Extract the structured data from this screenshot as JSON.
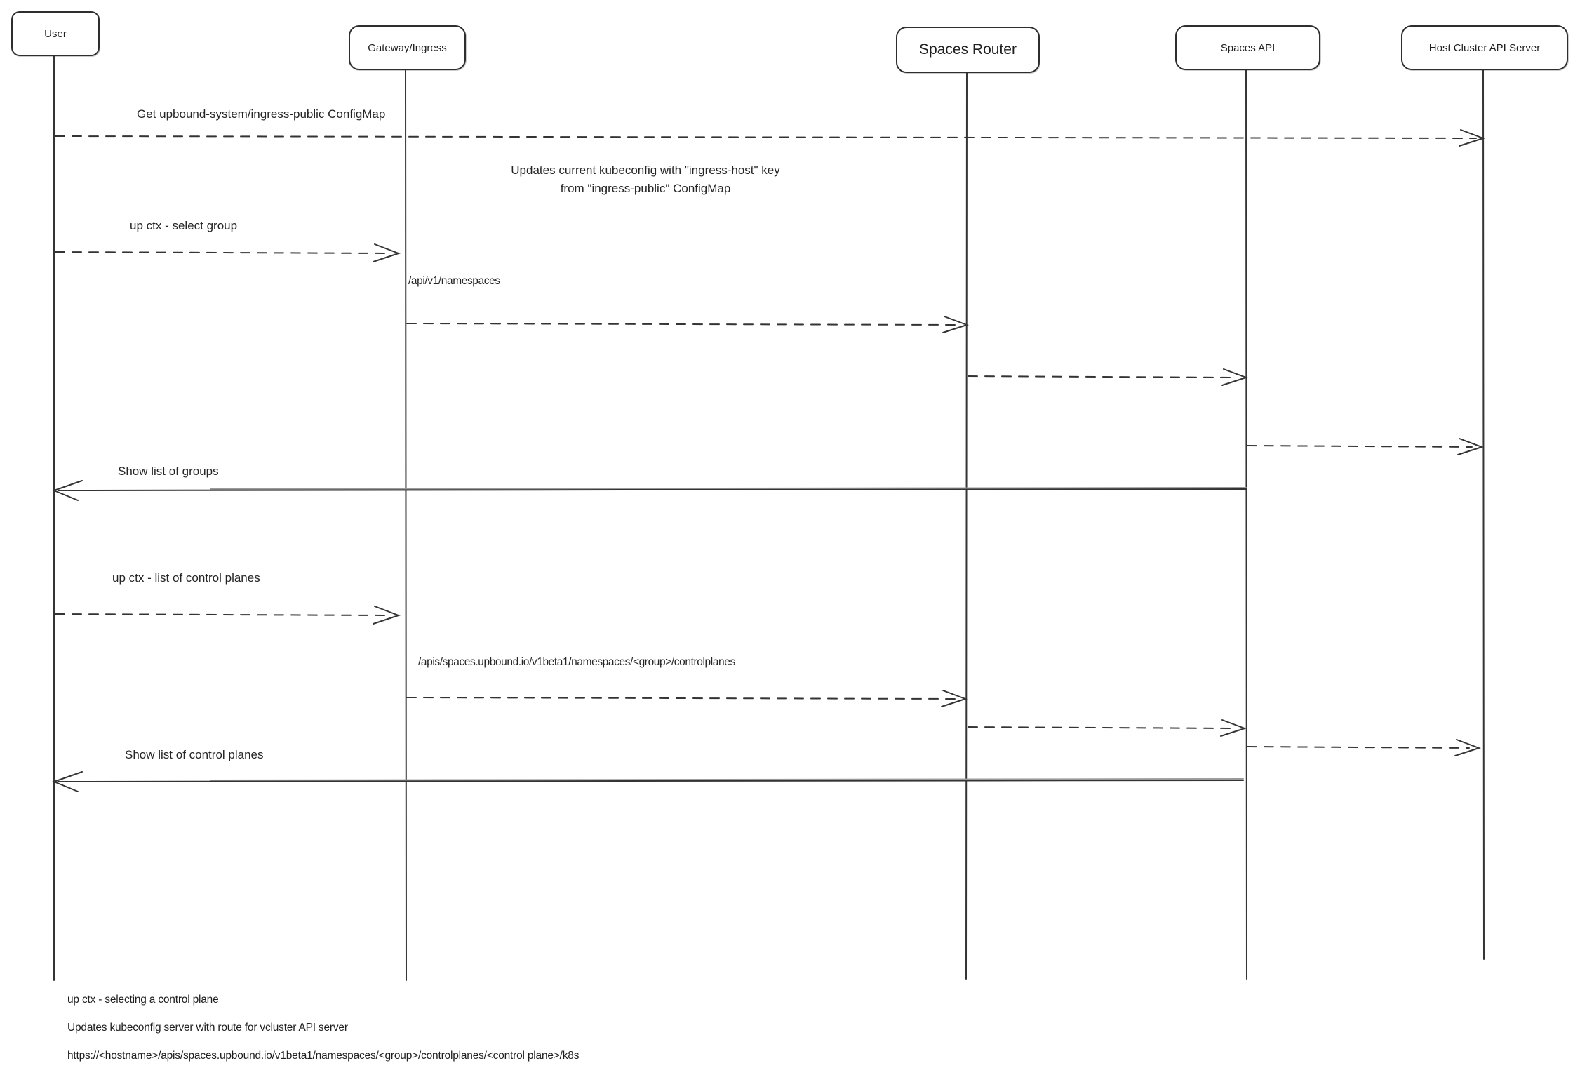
{
  "diagram": {
    "actors": [
      {
        "label": "User"
      },
      {
        "label": "Gateway/Ingress"
      },
      {
        "label": "Spaces Router"
      },
      {
        "label": "Spaces API"
      },
      {
        "label": "Host Cluster API Server"
      }
    ],
    "messages": {
      "get_configmap": "Get upbound-system/ingress-public ConfigMap",
      "note_line1": "Updates current kubeconfig with \"ingress-host\" key",
      "note_line2": "from \"ingress-public\" ConfigMap",
      "select_group": "up ctx - select group",
      "api_namespaces": "/api/v1/namespaces",
      "show_groups": "Show list of groups",
      "list_control_planes": "up ctx - list of control planes",
      "apis_controlplanes": "/apis/spaces.upbound.io/v1beta1/namespaces/<group>/controlplanes",
      "show_control_planes": "Show list of control planes"
    },
    "footnotes": [
      "up ctx - selecting a control plane",
      "Updates kubeconfig server with route for vcluster API server",
      "https://<hostname>/apis/spaces.upbound.io/v1beta1/namespaces/<group>/controlplanes/<control plane>/k8s"
    ],
    "colors": {
      "stroke": "#343434",
      "text": "#1f1f1f",
      "background": "#ffffff"
    }
  }
}
